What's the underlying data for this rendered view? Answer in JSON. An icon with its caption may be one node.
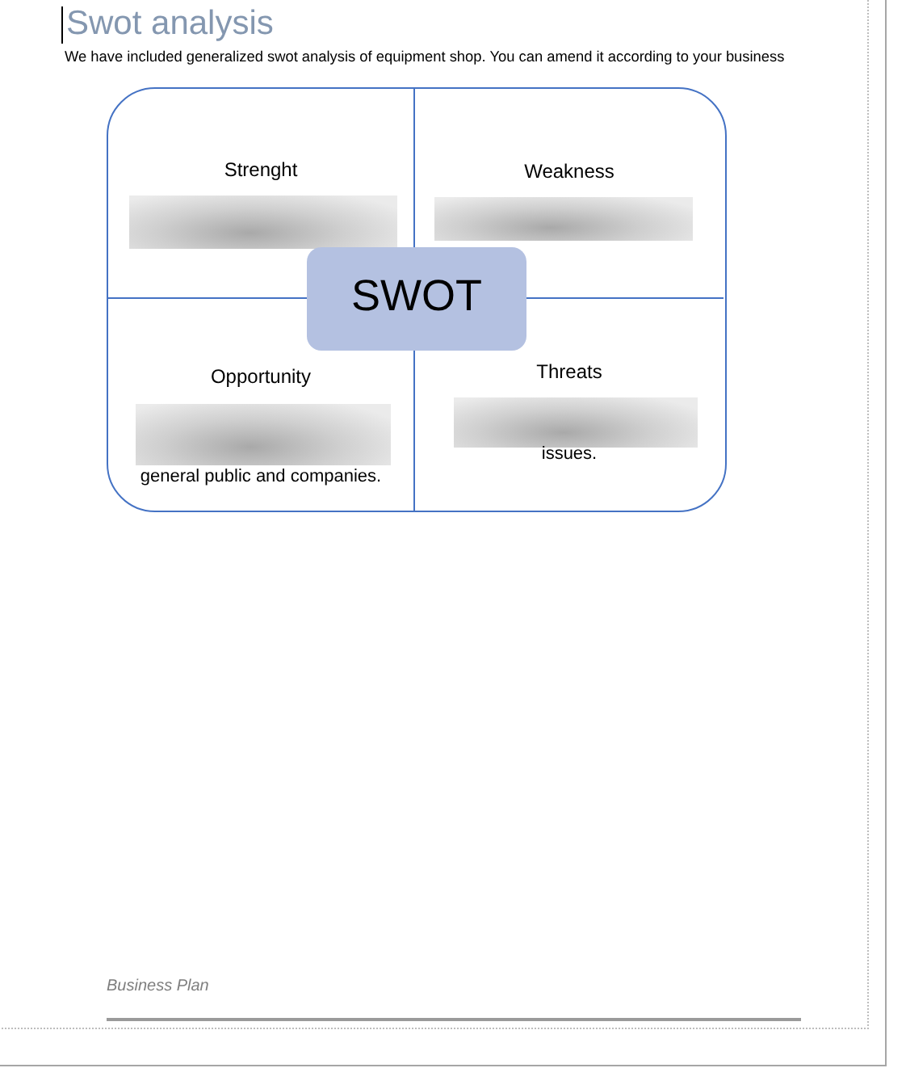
{
  "diagram": {
    "title": "Swot analysis",
    "nodes": [
      {
        "text": [],
        "shape": "box"
      },
      {
        "text": [
          "Strenght"
        ],
        "in": 0
      },
      {
        "text": [
          "Weakness"
        ],
        "in": 0
      },
      {
        "text": [
          "SWOT"
        ],
        "in": 0
      },
      {
        "text": [
          "Opportunity",
          "general public and companies."
        ],
        "in": 0
      },
      {
        "text": [
          "Threats",
          "issues."
        ],
        "in": 0
      }
    ],
    "labels": [
      "We have included generalized swot analysis of equipment shop. You can amend it according to your business",
      "Business Plan"
    ]
  }
}
